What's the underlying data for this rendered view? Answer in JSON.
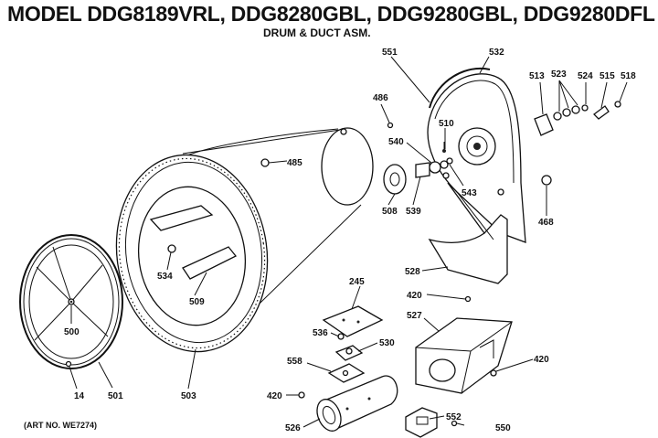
{
  "header": {
    "title": "MODEL DDG8189VRL, DDG8280GBL, DDG9280GBL, DDG9280DFL",
    "subtitle": "DRUM & DUCT ASM."
  },
  "footer": {
    "art_no": "(ART NO. WE7274)"
  },
  "callouts": {
    "p551": "551",
    "p532": "532",
    "p486": "486",
    "p513": "513",
    "p523": "523",
    "p524": "524",
    "p515": "515",
    "p518": "518",
    "p510": "510",
    "p540": "540",
    "p485": "485",
    "p543": "543",
    "p508": "508",
    "p539": "539",
    "p468": "468",
    "p534": "534",
    "p528": "528",
    "p245": "245",
    "p509": "509",
    "p420a": "420",
    "p500": "500",
    "p527": "527",
    "p536": "536",
    "p530": "530",
    "p420b": "420",
    "p558": "558",
    "p420c": "420",
    "p14": "14",
    "p501": "501",
    "p503": "503",
    "p552": "552",
    "p526": "526",
    "p550": "550"
  }
}
